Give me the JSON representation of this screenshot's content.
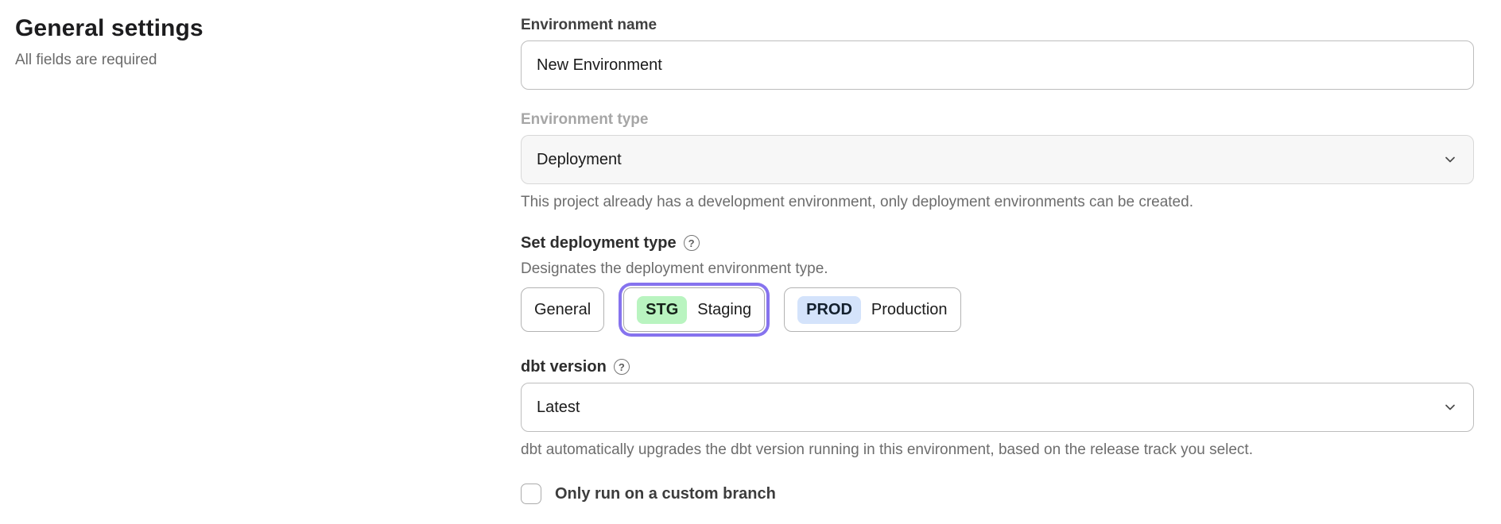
{
  "page": {
    "title": "General settings",
    "subtitle": "All fields are required"
  },
  "form": {
    "environment_name": {
      "label": "Environment name",
      "value": "New Environment"
    },
    "environment_type": {
      "label": "Environment type",
      "value": "Deployment",
      "disabled": true,
      "help_text": "This project already has a development environment, only deployment environments can be created."
    },
    "deployment_type": {
      "label": "Set deployment type",
      "help_icon": "question-circle-icon",
      "description": "Designates the deployment environment type.",
      "options": [
        {
          "label": "General",
          "badge": "",
          "selected": false
        },
        {
          "label": "Staging",
          "badge": "STG",
          "badge_color": "#b9f4c0",
          "selected": true
        },
        {
          "label": "Production",
          "badge": "PROD",
          "badge_color": "#d4e3fb",
          "selected": false
        }
      ]
    },
    "dbt_version": {
      "label": "dbt version",
      "help_icon": "question-circle-icon",
      "value": "Latest",
      "help_text": "dbt automatically upgrades the dbt version running in this environment, based on the release track you select."
    },
    "custom_branch": {
      "label": "Only run on a custom branch",
      "checked": false
    }
  },
  "colors": {
    "accent_ring": "#8673ee",
    "staging_badge": "#b9f4c0",
    "production_badge": "#d4e3fb"
  }
}
